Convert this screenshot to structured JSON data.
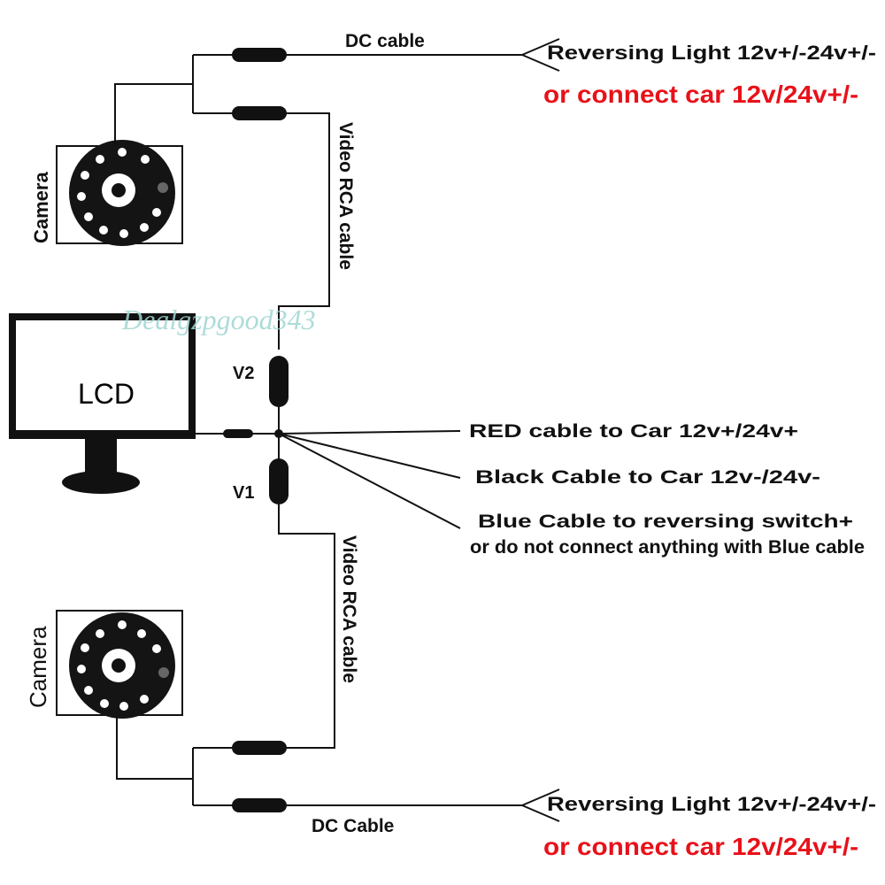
{
  "watermark": "Dealgzpgood343",
  "lcd": {
    "label": "LCD"
  },
  "cameras": {
    "top_label": "Camera",
    "bottom_label": "Camera"
  },
  "connectors": {
    "v2": "V2",
    "v1": "V1"
  },
  "cables": {
    "top_dc": "DC cable",
    "bottom_dc": "DC Cable",
    "top_video": "Video RCA cable",
    "bottom_video": "Video RCA cable"
  },
  "power_top": {
    "line1": "Reversing Light 12v+/-24v+/-",
    "line2": "or connect car 12v/24v+/-"
  },
  "power_bottom": {
    "line1": "Reversing Light 12v+/-24v+/-",
    "line2": "or connect car 12v/24v+/-"
  },
  "harness": {
    "red": "RED cable to Car 12v+/24v+",
    "black": "Black Cable to Car 12v-/24v-",
    "blue_line1": "Blue Cable to reversing switch+",
    "blue_line2": "or do not connect anything with Blue cable"
  },
  "colors": {
    "red_text": "#e8111a",
    "watermark": "#9fd6d2",
    "ink": "#111111"
  }
}
